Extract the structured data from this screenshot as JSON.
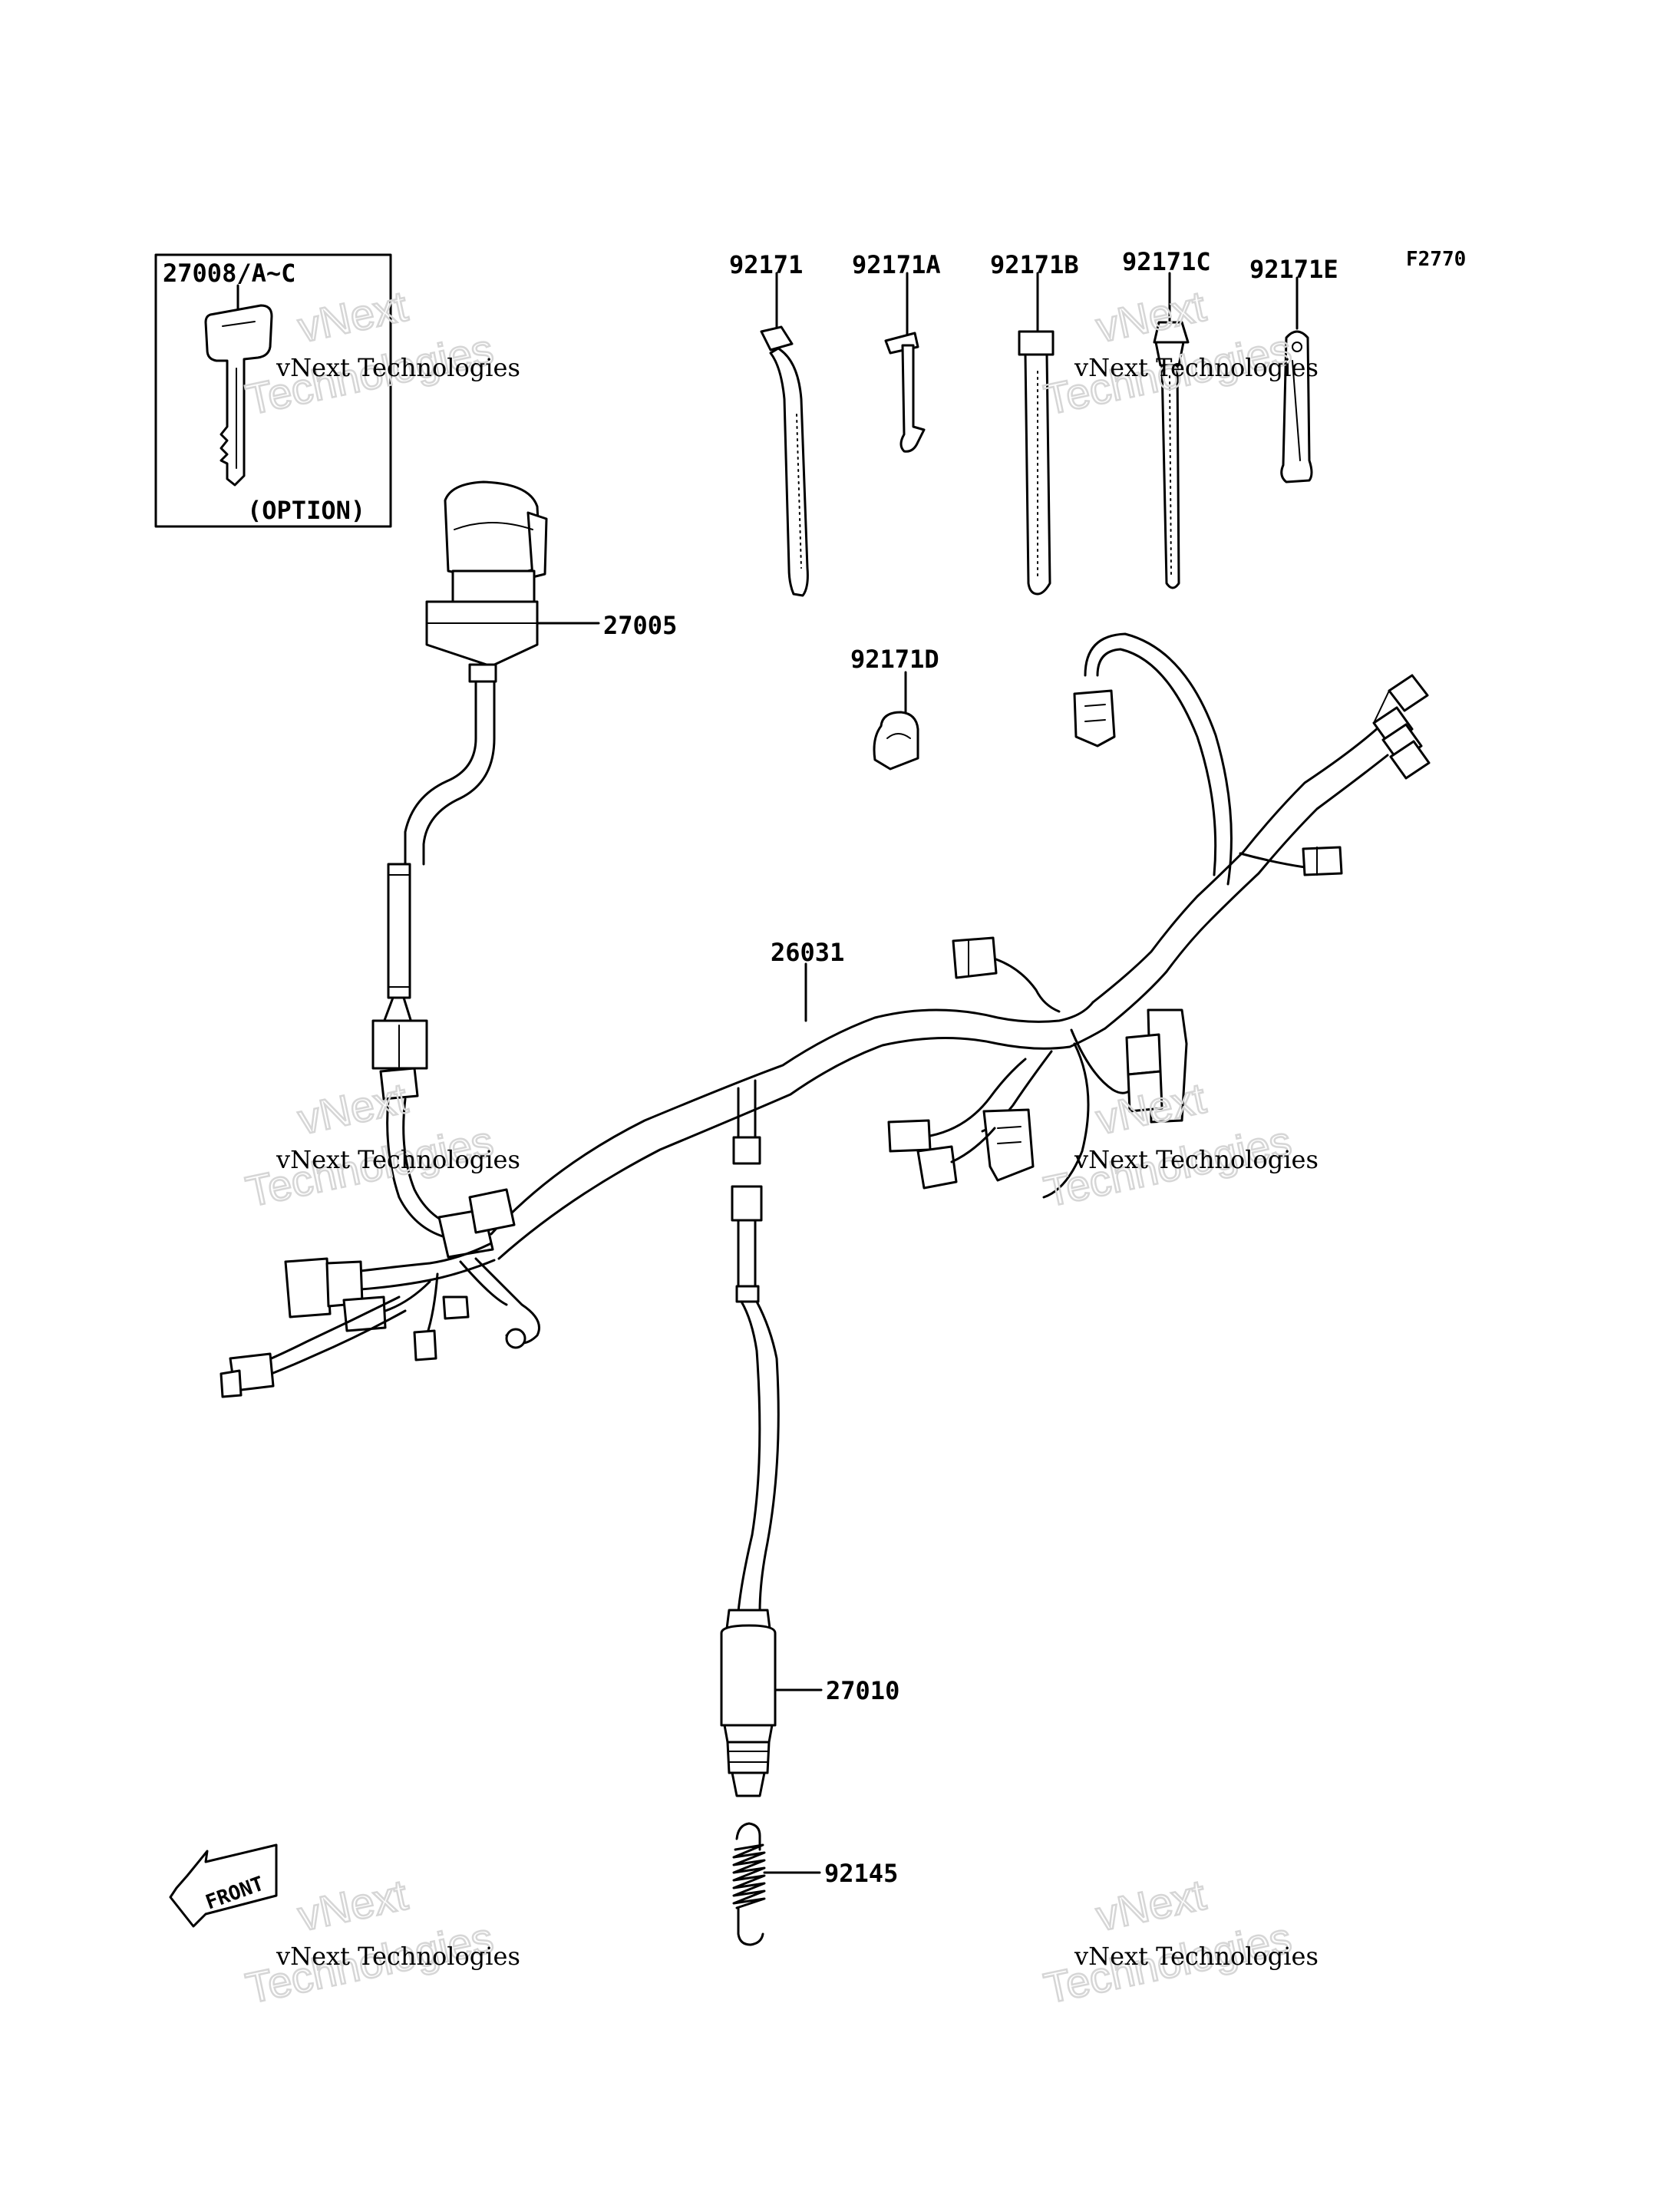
{
  "figure_code": "F2770",
  "option_box": {
    "part_number": "27008/A~C",
    "note": "(OPTION)"
  },
  "labels": {
    "ignition_switch": "27005",
    "harness": "26031",
    "oil_sensor": "27010",
    "spring": "92145",
    "clamp_d": "92171D"
  },
  "ties": [
    {
      "number": "92171"
    },
    {
      "number": "92171A"
    },
    {
      "number": "92171B"
    },
    {
      "number": "92171C"
    },
    {
      "number": "92171E"
    }
  ],
  "front_arrow": "FRONT",
  "watermark": {
    "line1": "vNext Technologies",
    "line2": "vNext",
    "line3": "Technologies"
  }
}
